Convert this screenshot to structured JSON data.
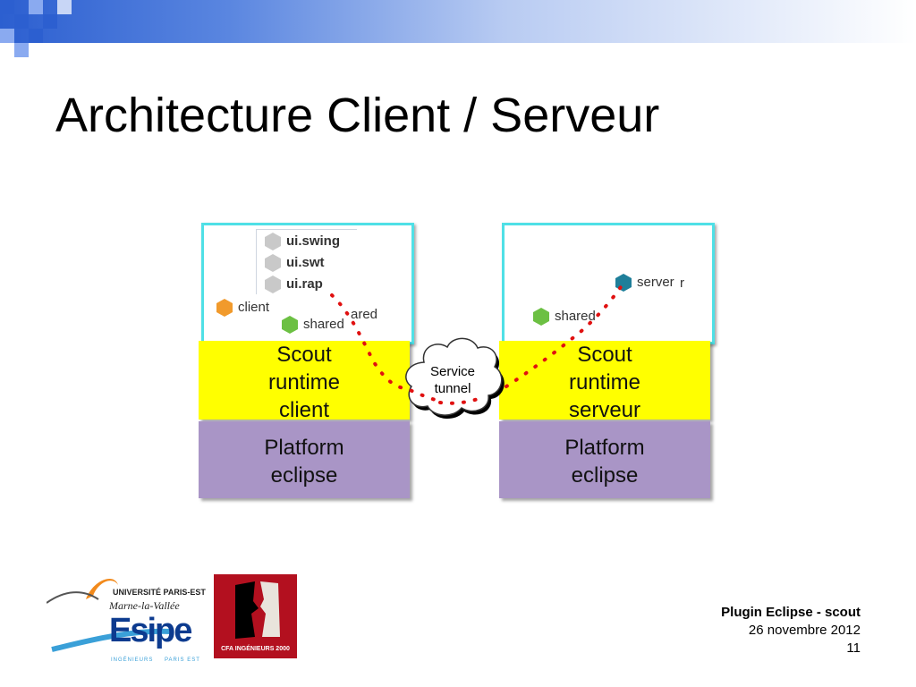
{
  "title": "Architecture Client / Serveur",
  "colors": {
    "accent": "#2c5fd0",
    "panel_border": "#4fe0e6",
    "runtime": "#ffff00",
    "platform": "#a995c6",
    "tunnel": "#e01010"
  },
  "client": {
    "modules": [
      {
        "label": "ui.swing",
        "icon": "grey-hex-icon"
      },
      {
        "label": "ui.swt",
        "icon": "grey-hex-icon"
      },
      {
        "label": "ui.rap",
        "icon": "grey-hex-icon"
      },
      {
        "label": "client",
        "icon": "orange-hex-icon"
      },
      {
        "label": "shared",
        "icon": "green-hex-icon"
      },
      {
        "label": "ared",
        "icon": ""
      }
    ],
    "runtime": [
      "Scout",
      "runtime",
      "client"
    ],
    "platform": [
      "Platform",
      "eclipse"
    ]
  },
  "server": {
    "modules": [
      {
        "label": "server",
        "icon": "teal-hex-icon"
      },
      {
        "label": "r",
        "icon": ""
      },
      {
        "label": "shared",
        "icon": "green-hex-icon"
      }
    ],
    "runtime": [
      "Scout",
      "runtime",
      "serveur"
    ],
    "platform": [
      "Platform",
      "eclipse"
    ]
  },
  "tunnel": [
    "Service",
    "tunnel"
  ],
  "logos": {
    "university": [
      "UNIVERSITÉ PARIS-EST",
      "Marne-la-Vallée",
      "Esipe",
      "INGÉNIEURS",
      "PARIS EST"
    ],
    "cfa": "CFA INGÉNIEURS 2000"
  },
  "footer": {
    "title": "Plugin Eclipse - scout",
    "date": "26 novembre 2012",
    "page": "11"
  }
}
